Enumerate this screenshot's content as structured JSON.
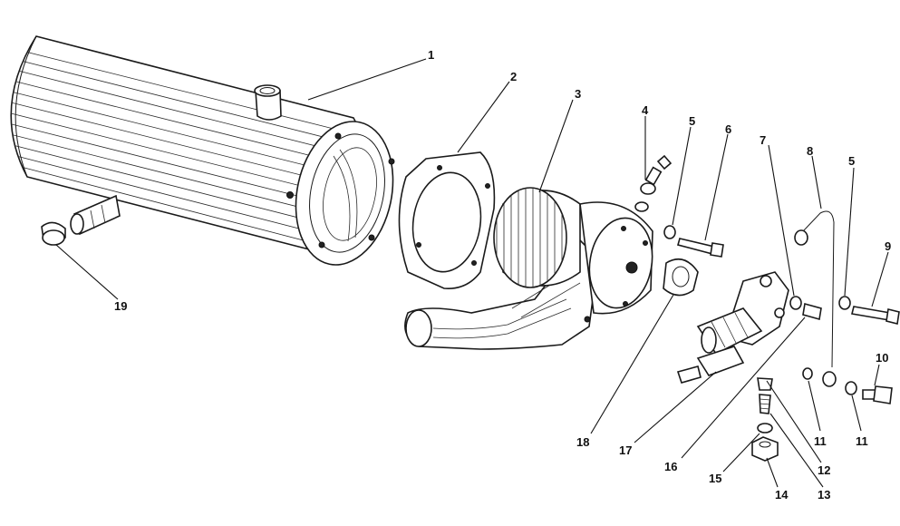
{
  "callouts": [
    {
      "id": "c1",
      "label": "1"
    },
    {
      "id": "c2",
      "label": "2"
    },
    {
      "id": "c3",
      "label": "3"
    },
    {
      "id": "c4",
      "label": "4"
    },
    {
      "id": "c5a",
      "label": "5"
    },
    {
      "id": "c6",
      "label": "6"
    },
    {
      "id": "c7",
      "label": "7"
    },
    {
      "id": "c8",
      "label": "8"
    },
    {
      "id": "c5b",
      "label": "5"
    },
    {
      "id": "c9",
      "label": "9"
    },
    {
      "id": "c10",
      "label": "10"
    },
    {
      "id": "c11a",
      "label": "11"
    },
    {
      "id": "c11b",
      "label": "11"
    },
    {
      "id": "c12",
      "label": "12"
    },
    {
      "id": "c13",
      "label": "13"
    },
    {
      "id": "c14",
      "label": "14"
    },
    {
      "id": "c15",
      "label": "15"
    },
    {
      "id": "c16",
      "label": "16"
    },
    {
      "id": "c17",
      "label": "17"
    },
    {
      "id": "c18",
      "label": "18"
    },
    {
      "id": "c19",
      "label": "19"
    }
  ]
}
